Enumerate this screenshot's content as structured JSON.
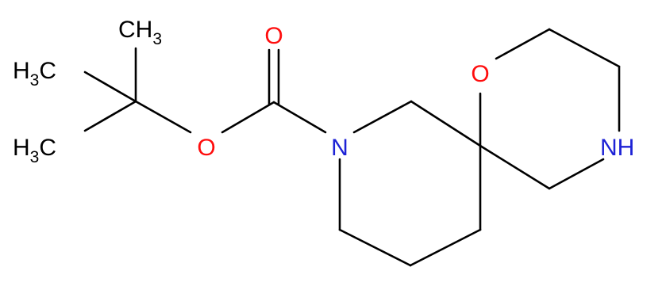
{
  "molecule": {
    "labels": {
      "methyl_top": {
        "text": "CH",
        "sub": "3"
      },
      "methyl_left_upper": {
        "text": "H",
        "sub": "3",
        "tail": "C"
      },
      "methyl_left_lower": {
        "text": "H",
        "sub": "3",
        "tail": "C"
      },
      "carbonyl_oxygen": "O",
      "ester_oxygen": "O",
      "ring_nitrogen": "N",
      "ring_oxygen": "O",
      "amine": "NH"
    },
    "colors": {
      "bond": "#000000",
      "carbon_hydrogen": "#000000",
      "oxygen": "#ff0d0d",
      "nitrogen": "#1d22d6"
    }
  }
}
